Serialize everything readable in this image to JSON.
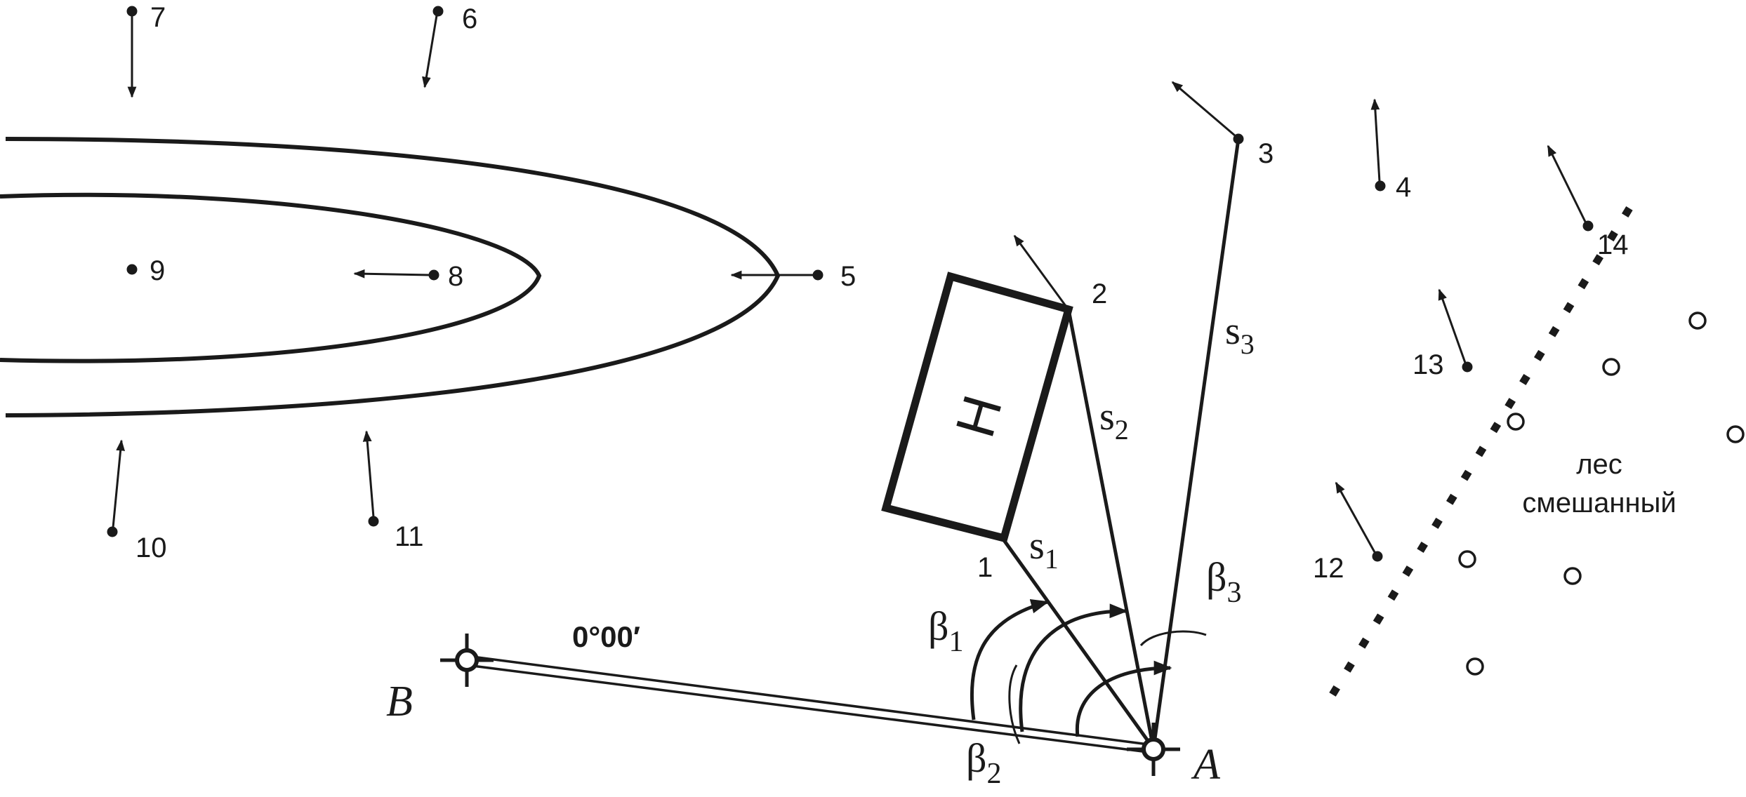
{
  "points": [
    {
      "id": "1",
      "label": "1"
    },
    {
      "id": "2",
      "label": "2"
    },
    {
      "id": "3",
      "label": "3"
    },
    {
      "id": "4",
      "label": "4"
    },
    {
      "id": "5",
      "label": "5"
    },
    {
      "id": "6",
      "label": "6"
    },
    {
      "id": "7",
      "label": "7"
    },
    {
      "id": "8",
      "label": "8"
    },
    {
      "id": "9",
      "label": "9"
    },
    {
      "id": "10",
      "label": "10"
    },
    {
      "id": "11",
      "label": "11"
    },
    {
      "id": "12",
      "label": "12"
    },
    {
      "id": "13",
      "label": "13"
    },
    {
      "id": "14",
      "label": "14"
    }
  ],
  "stations": {
    "a": "A",
    "b": "B"
  },
  "base_direction": {
    "deg_digit": "0",
    "rest": "°00′"
  },
  "building": {
    "label": "Н"
  },
  "distances": {
    "s1": {
      "base": "s",
      "sub": "1"
    },
    "s2": {
      "base": "s",
      "sub": "2"
    },
    "s3": {
      "base": "s",
      "sub": "3"
    }
  },
  "angles": {
    "b1": {
      "base": "β",
      "sub": "1"
    },
    "b2": {
      "base": "β",
      "sub": "2"
    },
    "b3": {
      "base": "β",
      "sub": "3"
    }
  },
  "forest": {
    "line1": "лес",
    "line2": "смешанный"
  },
  "colors": {
    "ink": "#1a1a1a",
    "background": "#ffffff"
  }
}
